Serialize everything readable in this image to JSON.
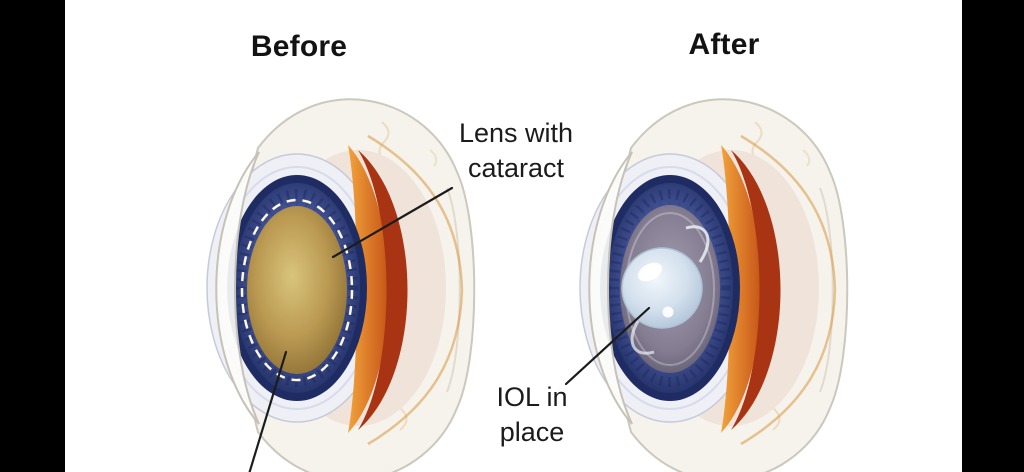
{
  "panels": {
    "before": {
      "title": "Before",
      "annotation": "Lens with cataract"
    },
    "after": {
      "title": "After",
      "annotation": "IOL in place"
    }
  },
  "colors": {
    "letterbox": "#000000",
    "canvas": "#ffffff",
    "text": "#1b1b1b",
    "sclera": "#f5f3ec",
    "iris_blue_dark": "#1f2c63",
    "iris_blue_light": "#8a95c8",
    "cataract_lens_yellow": "#bb9a52",
    "after_pupil_gray": "#847d92",
    "iol_clear_blue": "#d3e0ed",
    "choroid_red": "#a83413",
    "choroid_orange": "#e08a2e"
  }
}
